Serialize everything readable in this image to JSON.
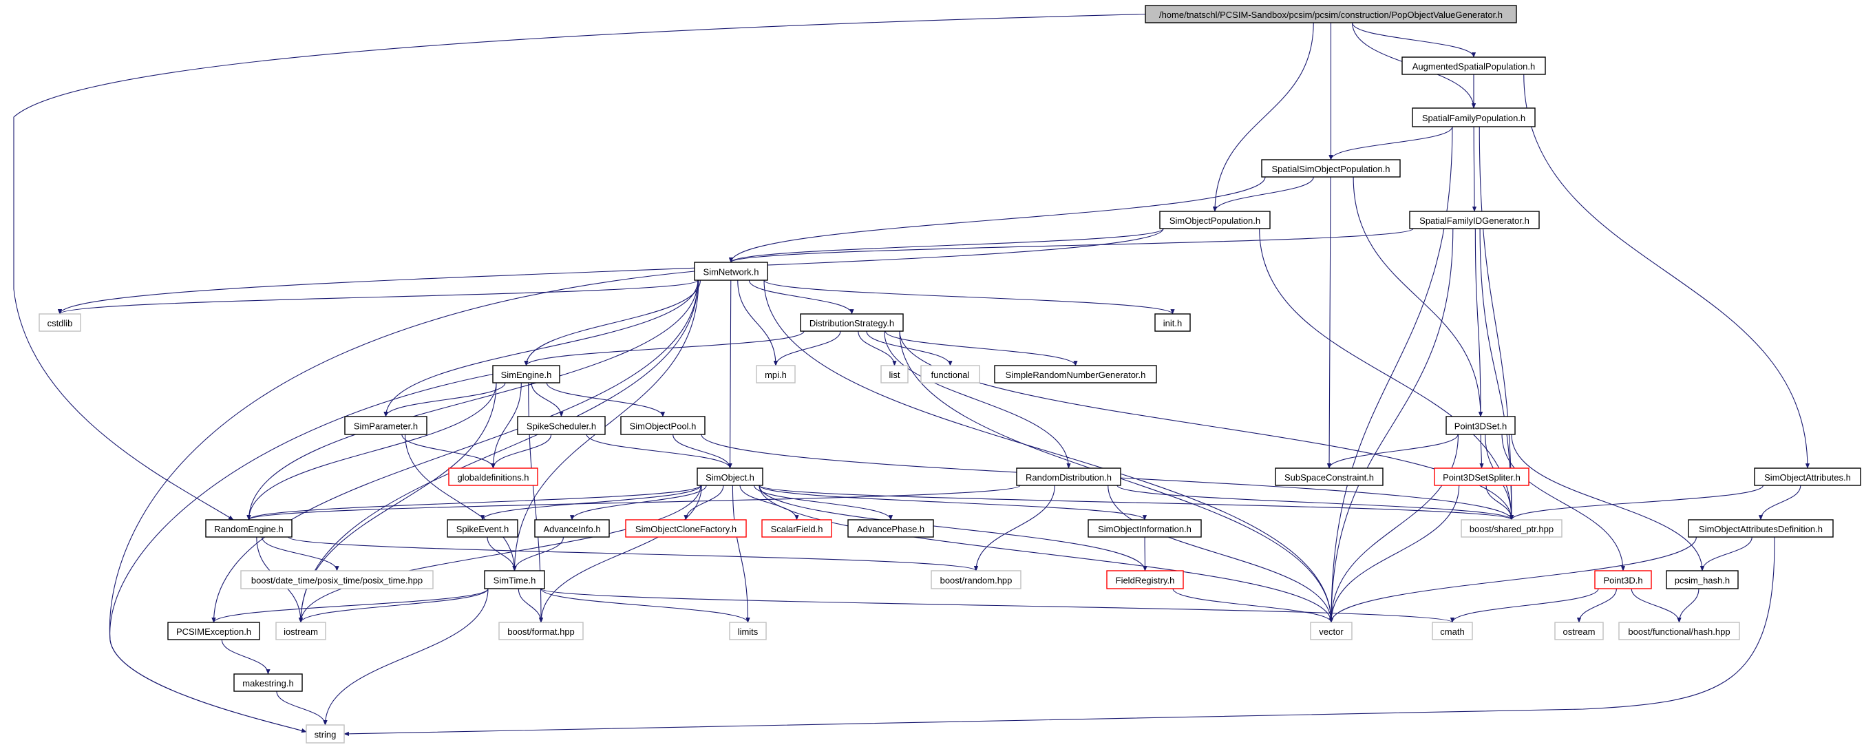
{
  "diagram": {
    "type": "include-dependency-graph",
    "colors": {
      "edge": "#191970",
      "node_border": "#000000",
      "node_undocumented_border": "#ff0000",
      "node_external_border": "#bfbfbf",
      "root_fill": "#bfbfbf",
      "node_fill": "#ffffff"
    },
    "nodes": {
      "root": {
        "label": "/home/tnatschl/PCSIM-Sandbox/pcsim/pcsim/construction/PopObjectValueGenerator.h",
        "kind": "root"
      },
      "augmented": {
        "label": "AugmentedSpatialPopulation.h",
        "kind": "normal"
      },
      "spatialfamily": {
        "label": "SpatialFamilyPopulation.h",
        "kind": "normal"
      },
      "spatialsim": {
        "label": "SpatialSimObjectPopulation.h",
        "kind": "normal"
      },
      "simobjpop": {
        "label": "SimObjectPopulation.h",
        "kind": "normal"
      },
      "familyid": {
        "label": "SpatialFamilyIDGenerator.h",
        "kind": "normal"
      },
      "simnetwork": {
        "label": "SimNetwork.h",
        "kind": "normal"
      },
      "cstdlib": {
        "label": "cstdlib",
        "kind": "external"
      },
      "init": {
        "label": "init.h",
        "kind": "normal"
      },
      "diststrat": {
        "label": "DistributionStrategy.h",
        "kind": "normal"
      },
      "simengine": {
        "label": "SimEngine.h",
        "kind": "normal"
      },
      "mpi": {
        "label": "mpi.h",
        "kind": "external"
      },
      "list": {
        "label": "list",
        "kind": "external"
      },
      "functional": {
        "label": "functional",
        "kind": "external"
      },
      "simplerng": {
        "label": "SimpleRandomNumberGenerator.h",
        "kind": "normal"
      },
      "simparameter": {
        "label": "SimParameter.h",
        "kind": "normal"
      },
      "spikescheduler": {
        "label": "SpikeScheduler.h",
        "kind": "normal"
      },
      "simobjpool": {
        "label": "SimObjectPool.h",
        "kind": "normal"
      },
      "point3dset": {
        "label": "Point3DSet.h",
        "kind": "normal"
      },
      "globaldefs": {
        "label": "globaldefinitions.h",
        "kind": "undocumented"
      },
      "simobject": {
        "label": "SimObject.h",
        "kind": "normal"
      },
      "randomdist": {
        "label": "RandomDistribution.h",
        "kind": "normal"
      },
      "subspace": {
        "label": "SubSpaceConstraint.h",
        "kind": "normal"
      },
      "spliter": {
        "label": "Point3DSetSpliter.h",
        "kind": "undocumented"
      },
      "simobjattr": {
        "label": "SimObjectAttributes.h",
        "kind": "normal"
      },
      "randomengine": {
        "label": "RandomEngine.h",
        "kind": "normal"
      },
      "spikeevent": {
        "label": "SpikeEvent.h",
        "kind": "normal"
      },
      "advanceinfo": {
        "label": "AdvanceInfo.h",
        "kind": "normal"
      },
      "clonefactory": {
        "label": "SimObjectCloneFactory.h",
        "kind": "undocumented"
      },
      "scalarfield": {
        "label": "ScalarField.h",
        "kind": "undocumented"
      },
      "advancephase": {
        "label": "AdvancePhase.h",
        "kind": "normal"
      },
      "simobjinfo": {
        "label": "SimObjectInformation.h",
        "kind": "normal"
      },
      "sharedptr": {
        "label": "boost/shared_ptr.hpp",
        "kind": "external"
      },
      "attrdef": {
        "label": "SimObjectAttributesDefinition.h",
        "kind": "normal"
      },
      "posixtime": {
        "label": "boost/date_time/posix_time/posix_time.hpp",
        "kind": "external"
      },
      "simtime": {
        "label": "SimTime.h",
        "kind": "normal"
      },
      "boostrandom": {
        "label": "boost/random.hpp",
        "kind": "external"
      },
      "fieldregistry": {
        "label": "FieldRegistry.h",
        "kind": "undocumented"
      },
      "point3d": {
        "label": "Point3D.h",
        "kind": "undocumented"
      },
      "pcsimhash": {
        "label": "pcsim_hash.h",
        "kind": "normal"
      },
      "pcsimexception": {
        "label": "PCSIMException.h",
        "kind": "normal"
      },
      "iostream": {
        "label": "iostream",
        "kind": "external"
      },
      "boostformat": {
        "label": "boost/format.hpp",
        "kind": "external"
      },
      "limits": {
        "label": "limits",
        "kind": "external"
      },
      "vector": {
        "label": "vector",
        "kind": "external"
      },
      "cmath": {
        "label": "cmath",
        "kind": "external"
      },
      "ostream": {
        "label": "ostream",
        "kind": "external"
      },
      "boosthash": {
        "label": "boost/functional/hash.hpp",
        "kind": "external"
      },
      "makestring": {
        "label": "makestring.h",
        "kind": "normal"
      },
      "string": {
        "label": "string",
        "kind": "external"
      }
    },
    "edges": [
      [
        "root",
        "randomengine"
      ],
      [
        "root",
        "simobjpop"
      ],
      [
        "root",
        "spatialsim"
      ],
      [
        "root",
        "spatialfamily"
      ],
      [
        "root",
        "augmented"
      ],
      [
        "augmented",
        "spatialfamily"
      ],
      [
        "augmented",
        "simobjattr"
      ],
      [
        "spatialfamily",
        "spatialsim"
      ],
      [
        "spatialfamily",
        "familyid"
      ],
      [
        "spatialfamily",
        "sharedptr"
      ],
      [
        "spatialfamily",
        "vector"
      ],
      [
        "spatialsim",
        "simobjpop"
      ],
      [
        "spatialsim",
        "simnetwork"
      ],
      [
        "spatialsim",
        "subspace"
      ],
      [
        "spatialsim",
        "point3dset"
      ],
      [
        "simobjpop",
        "simnetwork"
      ],
      [
        "simobjpop",
        "cstdlib"
      ],
      [
        "simobjpop",
        "sharedptr"
      ],
      [
        "familyid",
        "simnetwork"
      ],
      [
        "familyid",
        "point3dset"
      ],
      [
        "familyid",
        "vector"
      ],
      [
        "familyid",
        "sharedptr"
      ],
      [
        "simnetwork",
        "cstdlib"
      ],
      [
        "simnetwork",
        "init"
      ],
      [
        "simnetwork",
        "diststrat"
      ],
      [
        "simnetwork",
        "simengine"
      ],
      [
        "simnetwork",
        "mpi"
      ],
      [
        "simnetwork",
        "simobject"
      ],
      [
        "simnetwork",
        "simparameter"
      ],
      [
        "simnetwork",
        "randomengine"
      ],
      [
        "simnetwork",
        "iostream"
      ],
      [
        "simnetwork",
        "pcsimexception"
      ],
      [
        "simnetwork",
        "simtime"
      ],
      [
        "simnetwork",
        "vector"
      ],
      [
        "simnetwork",
        "string"
      ],
      [
        "diststrat",
        "simengine"
      ],
      [
        "diststrat",
        "mpi"
      ],
      [
        "diststrat",
        "list"
      ],
      [
        "diststrat",
        "functional"
      ],
      [
        "diststrat",
        "simplerng"
      ],
      [
        "diststrat",
        "randomdist"
      ],
      [
        "diststrat",
        "vector"
      ],
      [
        "diststrat",
        "sharedptr"
      ],
      [
        "simengine",
        "simparameter"
      ],
      [
        "simengine",
        "spikescheduler"
      ],
      [
        "simengine",
        "simobjpool"
      ],
      [
        "simengine",
        "globaldefs"
      ],
      [
        "simengine",
        "randomengine"
      ],
      [
        "simengine",
        "iostream"
      ],
      [
        "simengine",
        "boostformat"
      ],
      [
        "simengine",
        "string"
      ],
      [
        "simparameter",
        "globaldefs"
      ],
      [
        "simparameter",
        "simtime"
      ],
      [
        "spikescheduler",
        "globaldefs"
      ],
      [
        "spikescheduler",
        "simobject"
      ],
      [
        "simobjpool",
        "simobject"
      ],
      [
        "simobjpool",
        "sharedptr"
      ],
      [
        "simobject",
        "randomengine"
      ],
      [
        "simobject",
        "spikeevent"
      ],
      [
        "simobject",
        "advanceinfo"
      ],
      [
        "simobject",
        "clonefactory"
      ],
      [
        "simobject",
        "scalarfield"
      ],
      [
        "simobject",
        "advancephase"
      ],
      [
        "simobject",
        "simobjinfo"
      ],
      [
        "simobject",
        "fieldregistry"
      ],
      [
        "simobject",
        "sharedptr"
      ],
      [
        "simobject",
        "vector"
      ],
      [
        "simobject",
        "limits"
      ],
      [
        "simobject",
        "iostream"
      ],
      [
        "simobject",
        "boostformat"
      ],
      [
        "spikeevent",
        "simtime"
      ],
      [
        "advanceinfo",
        "simtime"
      ],
      [
        "randomengine",
        "iostream"
      ],
      [
        "randomengine",
        "posixtime"
      ],
      [
        "randomengine",
        "boostrandom"
      ],
      [
        "randomdist",
        "randomengine"
      ],
      [
        "randomdist",
        "boostrandom"
      ],
      [
        "randomdist",
        "sharedptr"
      ],
      [
        "randomdist",
        "vector"
      ],
      [
        "simtime",
        "pcsimexception"
      ],
      [
        "simtime",
        "iostream"
      ],
      [
        "simtime",
        "boostformat"
      ],
      [
        "simtime",
        "limits"
      ],
      [
        "simtime",
        "string"
      ],
      [
        "simtime",
        "cmath"
      ],
      [
        "pcsimexception",
        "makestring"
      ],
      [
        "makestring",
        "string"
      ],
      [
        "simobjinfo",
        "fieldregistry"
      ],
      [
        "fieldregistry",
        "vector"
      ],
      [
        "point3dset",
        "subspace"
      ],
      [
        "point3dset",
        "spliter"
      ],
      [
        "point3dset",
        "sharedptr"
      ],
      [
        "point3dset",
        "vector"
      ],
      [
        "point3dset",
        "point3d"
      ],
      [
        "point3dset",
        "pcsimhash"
      ],
      [
        "spliter",
        "sharedptr"
      ],
      [
        "spliter",
        "vector"
      ],
      [
        "simobjattr",
        "sharedptr"
      ],
      [
        "simobjattr",
        "attrdef"
      ],
      [
        "attrdef",
        "vector"
      ],
      [
        "attrdef",
        "pcsimhash"
      ],
      [
        "attrdef",
        "string"
      ],
      [
        "point3d",
        "cmath"
      ],
      [
        "point3d",
        "ostream"
      ],
      [
        "point3d",
        "boosthash"
      ],
      [
        "pcsimhash",
        "boosthash"
      ]
    ]
  }
}
